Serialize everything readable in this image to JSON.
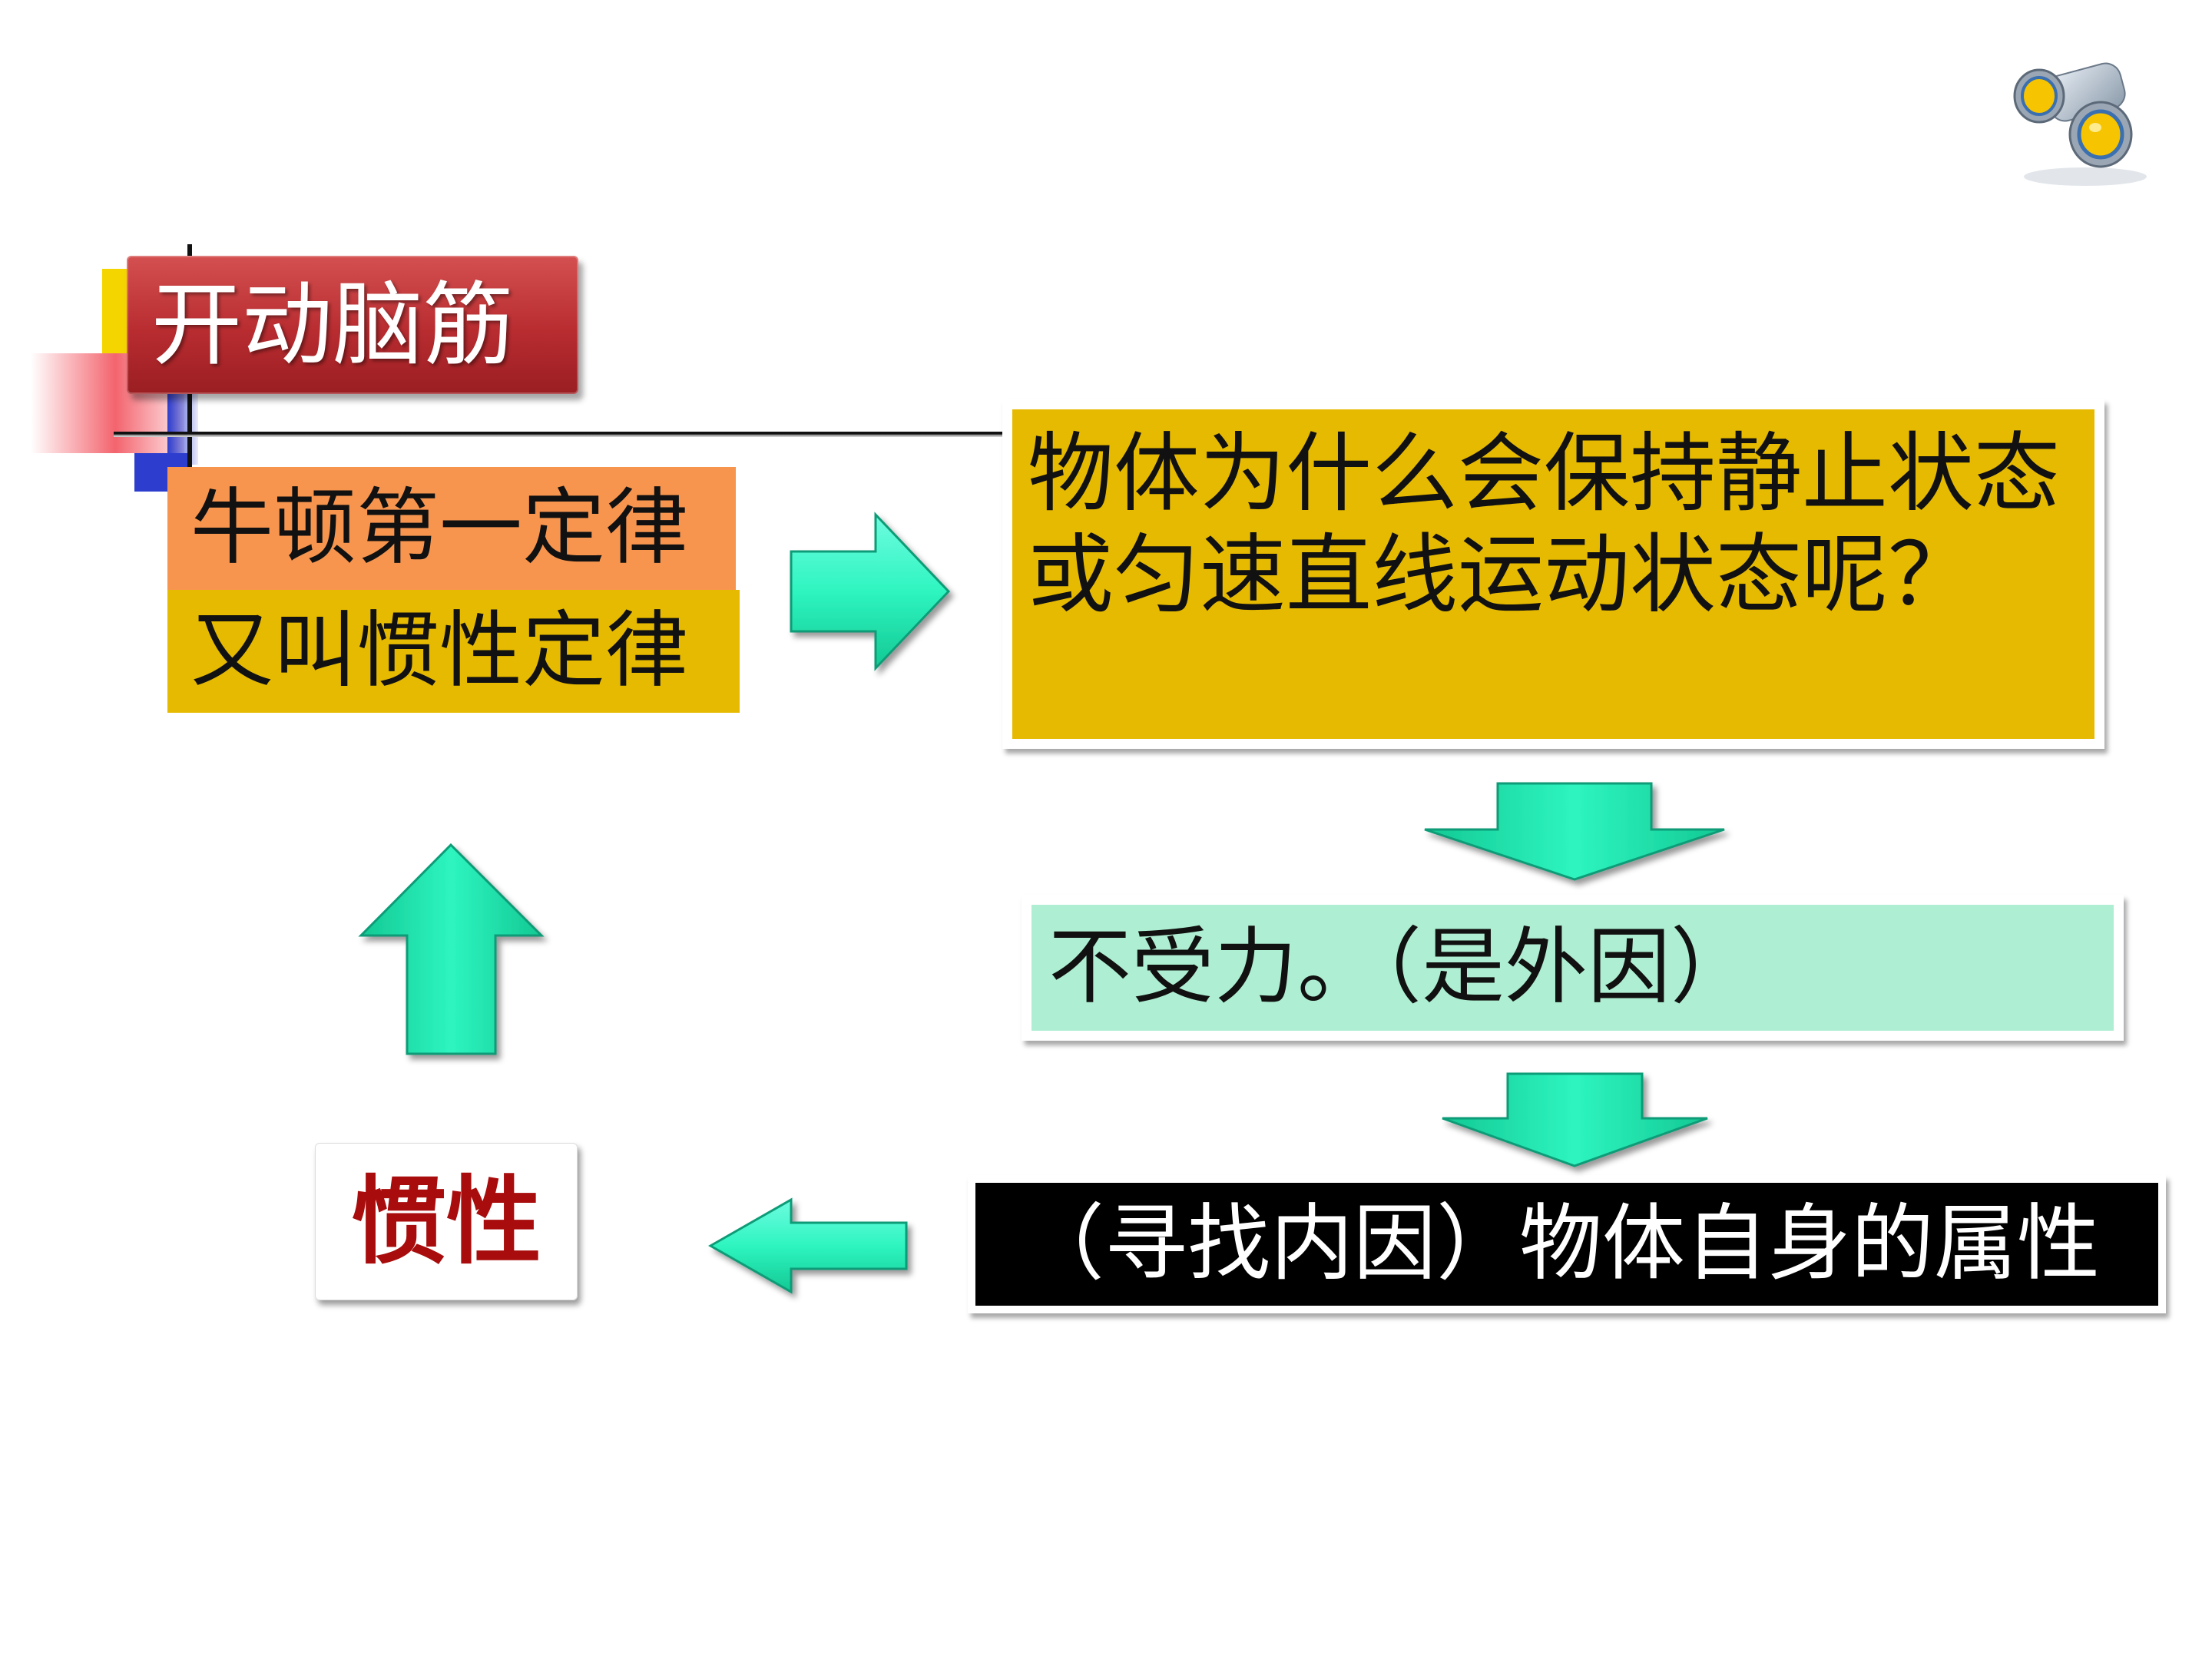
{
  "header": {
    "title": "开动脑筋"
  },
  "left": {
    "law_name": "牛顿第一定律",
    "law_alias": "又叫惯性定律",
    "conclusion": "惯性"
  },
  "flow": {
    "question": "物体为什么会保持静止状态或匀速直线运动状态呢？",
    "external_cause": "不受力。（是外因）",
    "internal_cause": "（寻找内因）物体自身的属性"
  },
  "icons": {
    "corner": "binoculars-icon",
    "arrows": [
      "arrow-right-icon",
      "arrow-down-icon",
      "arrow-down-icon",
      "arrow-left-icon",
      "arrow-up-icon"
    ]
  },
  "colors": {
    "arrow_fill": "#2ef5c0",
    "title_red": "#b82c30",
    "law_orange": "#f7954f",
    "gold": "#e6ba00",
    "mint": "#aeeed2",
    "inertia_text": "#a80c0c"
  }
}
